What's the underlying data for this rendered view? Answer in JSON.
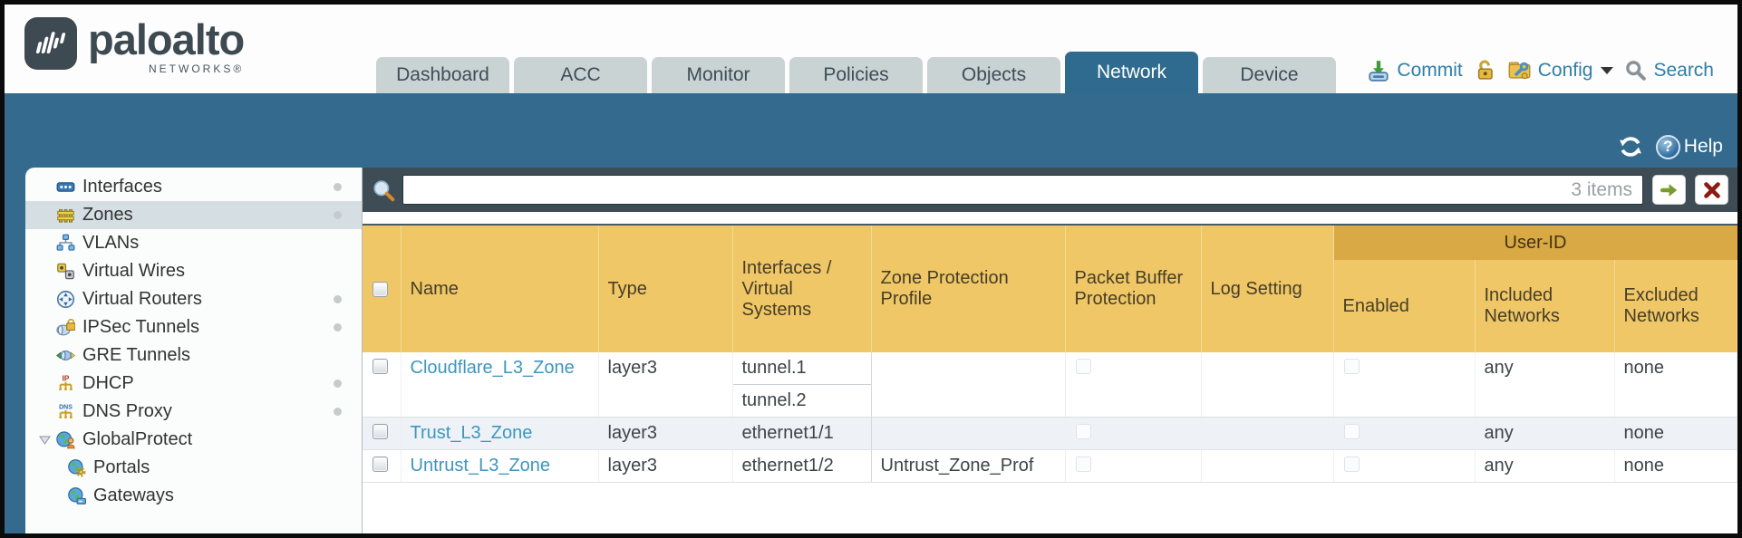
{
  "brand": {
    "name": "paloalto",
    "subtitle": "NETWORKS®"
  },
  "nav": {
    "tabs": [
      {
        "label": "Dashboard",
        "active": false
      },
      {
        "label": "ACC",
        "active": false
      },
      {
        "label": "Monitor",
        "active": false
      },
      {
        "label": "Policies",
        "active": false
      },
      {
        "label": "Objects",
        "active": false
      },
      {
        "label": "Network",
        "active": true
      },
      {
        "label": "Device",
        "active": false
      }
    ],
    "actions": {
      "commit_label": "Commit",
      "config_label": "Config",
      "search_label": "Search"
    }
  },
  "subheader": {
    "help_label": "Help"
  },
  "sidebar": {
    "items": [
      {
        "label": "Interfaces",
        "icon": "interfaces-icon",
        "dot": true,
        "selected": false,
        "level": 0
      },
      {
        "label": "Zones",
        "icon": "zones-icon",
        "dot": true,
        "selected": true,
        "level": 0
      },
      {
        "label": "VLANs",
        "icon": "vlans-icon",
        "dot": false,
        "selected": false,
        "level": 0
      },
      {
        "label": "Virtual Wires",
        "icon": "virtual-wires-icon",
        "dot": false,
        "selected": false,
        "level": 0
      },
      {
        "label": "Virtual Routers",
        "icon": "virtual-routers-icon",
        "dot": true,
        "selected": false,
        "level": 0
      },
      {
        "label": "IPSec Tunnels",
        "icon": "ipsec-tunnels-icon",
        "dot": true,
        "selected": false,
        "level": 0
      },
      {
        "label": "GRE Tunnels",
        "icon": "gre-tunnels-icon",
        "dot": false,
        "selected": false,
        "level": 0
      },
      {
        "label": "DHCP",
        "icon": "dhcp-icon",
        "dot": true,
        "selected": false,
        "level": 0
      },
      {
        "label": "DNS Proxy",
        "icon": "dns-proxy-icon",
        "dot": true,
        "selected": false,
        "level": 0
      },
      {
        "label": "GlobalProtect",
        "icon": "globalprotect-icon",
        "dot": false,
        "selected": false,
        "level": 0,
        "expanded": true
      },
      {
        "label": "Portals",
        "icon": "portals-icon",
        "dot": false,
        "selected": false,
        "level": 1
      },
      {
        "label": "Gateways",
        "icon": "gateways-icon",
        "dot": false,
        "selected": false,
        "level": 1
      }
    ]
  },
  "filter": {
    "value": "",
    "count": "3 items"
  },
  "table": {
    "group_header": "User-ID",
    "columns": {
      "name": "Name",
      "type": "Type",
      "interfaces": "Interfaces / Virtual Systems",
      "zone_protection": "Zone Protection Profile",
      "packet_buffer": "Packet Buffer Protection",
      "log_setting": "Log Setting",
      "enabled": "Enabled",
      "included": "Included Networks",
      "excluded": "Excluded Networks"
    },
    "rows": [
      {
        "name": "Cloudflare_L3_Zone",
        "type": "layer3",
        "interfaces": [
          "tunnel.1",
          "tunnel.2"
        ],
        "zone_protection": "",
        "log_setting": "",
        "included": "any",
        "excluded": "none"
      },
      {
        "name": "Trust_L3_Zone",
        "type": "layer3",
        "interfaces": [
          "ethernet1/1"
        ],
        "zone_protection": "",
        "log_setting": "",
        "included": "any",
        "excluded": "none"
      },
      {
        "name": "Untrust_L3_Zone",
        "type": "layer3",
        "interfaces": [
          "ethernet1/2"
        ],
        "zone_protection": "Untrust_Zone_Prof",
        "log_setting": "",
        "included": "any",
        "excluded": "none"
      }
    ]
  },
  "colors": {
    "teal_band": "#336a8e",
    "tab_inactive": "#c9d3d3",
    "active_tab": "#2e6b8e",
    "header_amber": "#f0c767",
    "group_amber": "#d8a944",
    "link_blue": "#3e96be",
    "strip_dark": "#3e4d55",
    "selected_row": "#d5dee3"
  }
}
